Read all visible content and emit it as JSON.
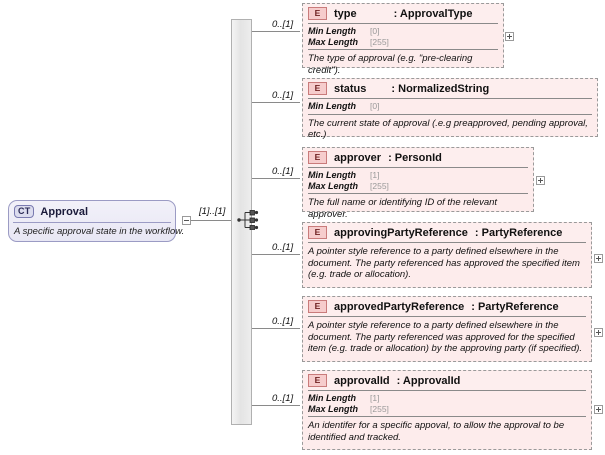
{
  "root": {
    "badge": "CT",
    "title": "Approval",
    "documentation": "A specific approval state in the workflow.",
    "cardinality": "[1]..[1]",
    "expander": "minus-icon"
  },
  "sequence": {
    "icon": "sequence-icon"
  },
  "facet_labels": {
    "min_length": "Min Length",
    "max_length": "Max Length"
  },
  "elements": [
    {
      "badge": "E",
      "name": "type",
      "type": ": ApprovalType",
      "cardinality": "0..[1]",
      "facets": [
        {
          "label": "Min Length",
          "value": "[0]"
        },
        {
          "label": "Max Length",
          "value": "[255]"
        }
      ],
      "documentation": "The type of approval (e.g. \"pre-clearing credit\").",
      "expander": "plus-icon",
      "has_expander": true
    },
    {
      "badge": "E",
      "name": "status",
      "type": ": NormalizedString",
      "cardinality": "0..[1]",
      "facets": [
        {
          "label": "Min Length",
          "value": "[0]"
        }
      ],
      "documentation": "The current state of approval (.e.g preapproved, pending approval, etc.)",
      "expander": "",
      "has_expander": false
    },
    {
      "badge": "E",
      "name": "approver",
      "type": ": PersonId",
      "cardinality": "0..[1]",
      "facets": [
        {
          "label": "Min Length",
          "value": "[1]"
        },
        {
          "label": "Max Length",
          "value": "[255]"
        }
      ],
      "documentation": "The full name or identifying ID of the relevant approver.",
      "expander": "plus-icon",
      "has_expander": true
    },
    {
      "badge": "E",
      "name": "approvingPartyReference",
      "type": ": PartyReference",
      "cardinality": "0..[1]",
      "facets": [],
      "documentation": "A pointer style reference to a party defined elsewhere in the document. The party referenced has approved the specified item (e.g. trade or allocation).",
      "expander": "plus-icon",
      "has_expander": true
    },
    {
      "badge": "E",
      "name": "approvedPartyReference",
      "type": ": PartyReference",
      "cardinality": "0..[1]",
      "facets": [],
      "documentation": "A pointer style reference to a party defined elsewhere in the document. The party referenced was approved for the specified item (e.g. trade or allocation) by the approving party (if specified).",
      "expander": "plus-icon",
      "has_expander": true
    },
    {
      "badge": "E",
      "name": "approvalId",
      "type": ": ApprovalId",
      "cardinality": "0..[1]",
      "facets": [
        {
          "label": "Min Length",
          "value": "[1]"
        },
        {
          "label": "Max Length",
          "value": "[255]"
        }
      ],
      "documentation": "An identifer for a specific appoval, to allow the approval to be identified and tracked.",
      "expander": "plus-icon",
      "has_expander": true
    }
  ],
  "colors": {
    "element_bg": "#fdecec",
    "element_border": "#9a9a9a",
    "badge_bg": "#f6cccc",
    "badge_border": "#c97b7b",
    "ct_border": "#9b9bc4",
    "ct_bg": "#eeedf7",
    "line": "#8a8a8a",
    "sequence_bar": "#e8e8e8"
  }
}
